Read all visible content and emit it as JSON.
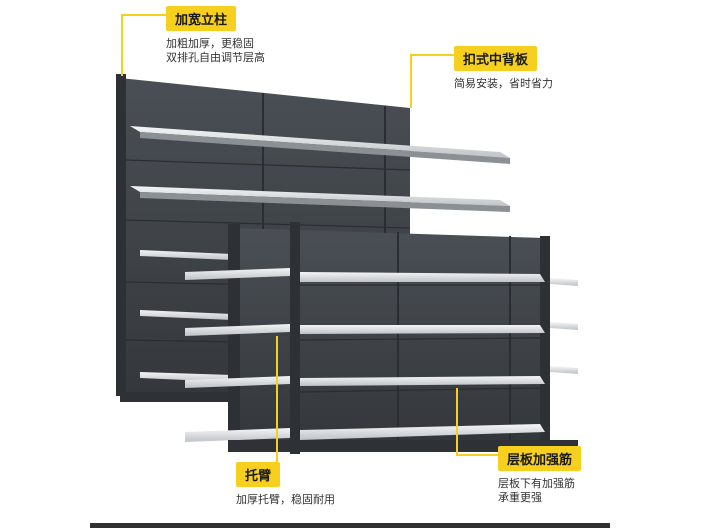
{
  "callouts": [
    {
      "id": "upright",
      "title": "加宽立柱",
      "desc": "加粗加厚，更稳固\n双排孔自由调节层高"
    },
    {
      "id": "backpanel",
      "title": "扣式中背板",
      "desc": "简易安装，省时省力"
    },
    {
      "id": "bracket",
      "title": "托臂",
      "desc": "加厚托臂，稳固耐用"
    },
    {
      "id": "rib",
      "title": "层板加强筋",
      "desc": "层板下有加强筋\n承重更强"
    }
  ],
  "colors": {
    "accent": "#f6cf1f",
    "shelf_dark": "#3c4045",
    "shelf_edge": "#5b6066",
    "shelf_lip": "#e8e9ea"
  }
}
